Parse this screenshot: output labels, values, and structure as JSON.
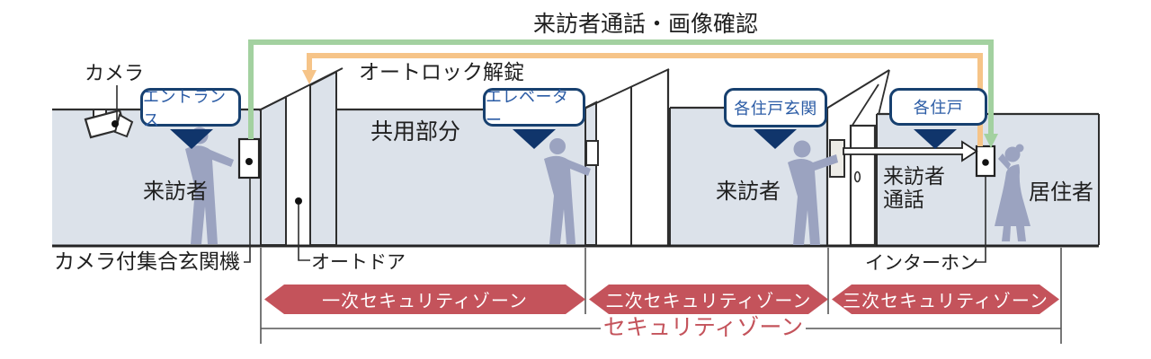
{
  "diagram": {
    "title": "来訪者通話・画像確認",
    "flows": {
      "visitor_call_image_check": {
        "label": "来訪者通話・画像確認",
        "color": "#a3d1a0"
      },
      "autolock_release": {
        "label": "オートロック解錠",
        "color": "#f6c488"
      }
    },
    "location_badges": [
      {
        "label": "エントランス"
      },
      {
        "label": "エレベーター"
      },
      {
        "label": "各住戸玄関"
      },
      {
        "label": "各住戸"
      }
    ],
    "labels": {
      "camera": "カメラ",
      "common_area": "共用部分",
      "visitor_entrance": "来訪者",
      "visitor_dwelling": "来訪者",
      "visitor_call_line1": "来訪者",
      "visitor_call_line2": "通話",
      "resident": "居住者",
      "entrance_station": "カメラ付集合玄関機",
      "auto_door": "オートドア",
      "intercom": "インターホン"
    },
    "zones": {
      "banner_color": "#c4535b",
      "primary": "一次セキュリティゾーン",
      "secondary": "二次セキュリティゾーン",
      "tertiary": "三次セキュリティゾーン",
      "overall": "セキュリティゾーン"
    },
    "colors": {
      "wall": "#dce2ea",
      "badge_border": "#17406f",
      "badge_text": "#2a5ba5",
      "pointer_triangle": "#10356b",
      "silhouette": "#9ba3c0"
    }
  }
}
